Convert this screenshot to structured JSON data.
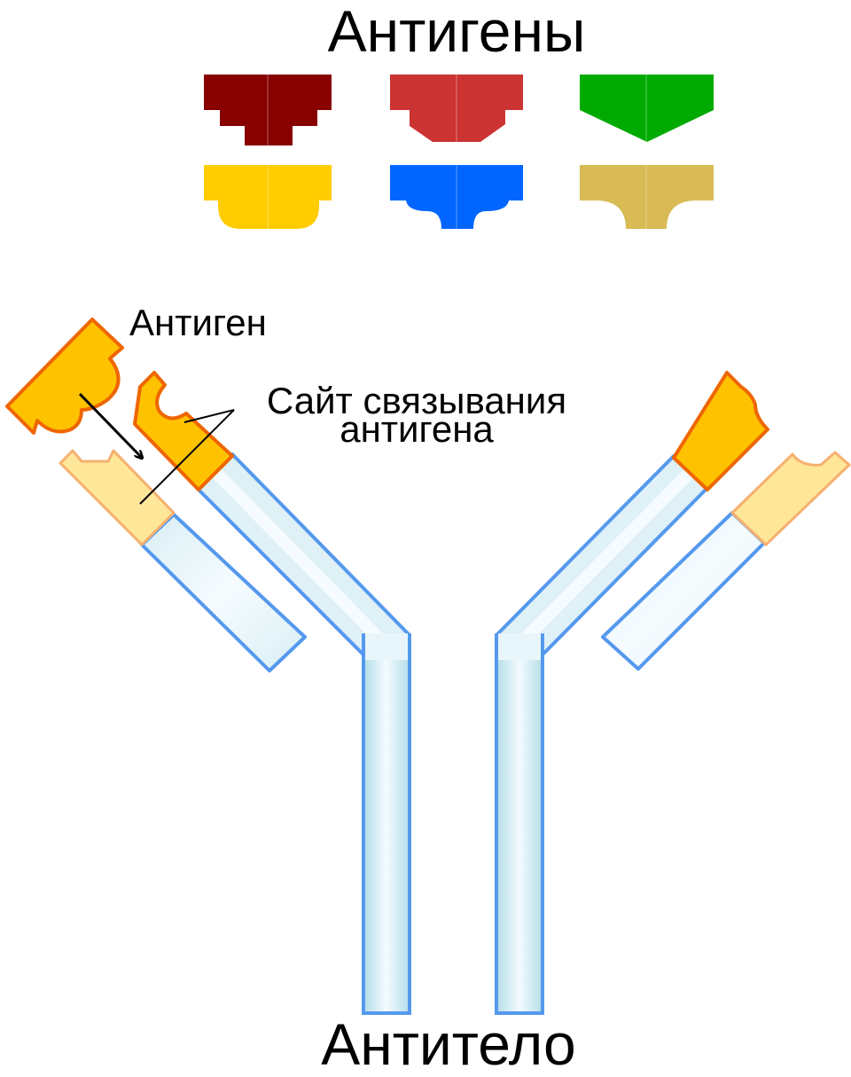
{
  "diagram": {
    "title": "Антигены",
    "antigen_label": "Антиген",
    "binding_site_label_line1": "Сайт связывания",
    "binding_site_label_line2": "антигена",
    "antibody_label": "Антитело"
  },
  "antigen_shapes": [
    {
      "name": "dark-red-antigen",
      "color": "#880000"
    },
    {
      "name": "red-antigen",
      "color": "#cc3333"
    },
    {
      "name": "green-antigen",
      "color": "#00aa00"
    },
    {
      "name": "yellow-antigen",
      "color": "#ffcc00"
    },
    {
      "name": "blue-antigen",
      "color": "#0066ff"
    },
    {
      "name": "tan-antigen",
      "color": "#d8bb55"
    }
  ],
  "colors": {
    "binding_site_fill": "#ffc200",
    "binding_site_stroke": "#ee6600",
    "faded_site_fill": "#ffe699",
    "faded_site_stroke": "#f5b070",
    "chain_stroke": "#5599ee",
    "chain_center": "#f4fbff",
    "chain_edge": "#b3dde8"
  }
}
